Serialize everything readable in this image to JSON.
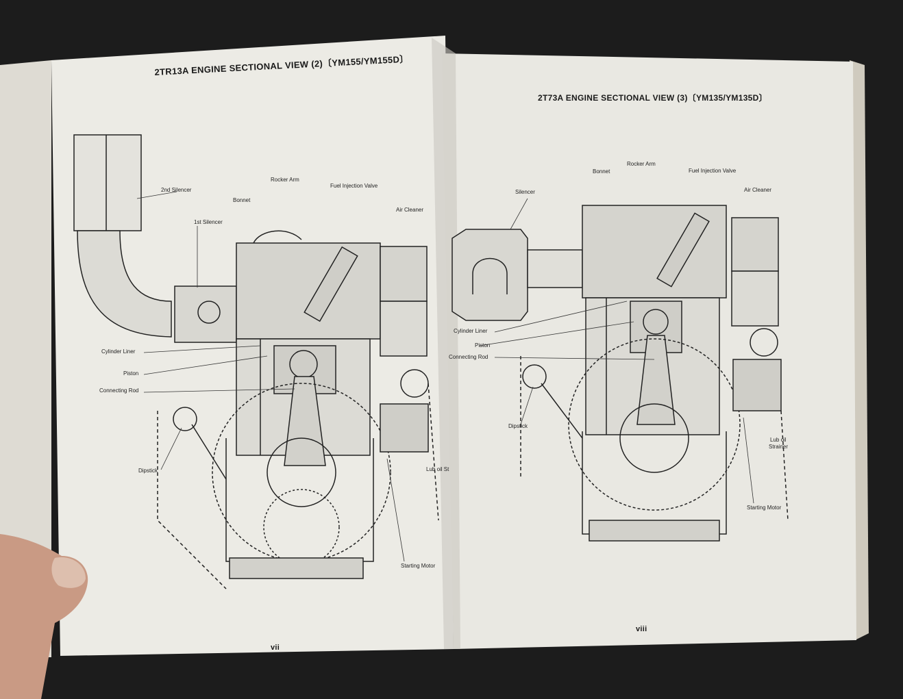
{
  "left_page": {
    "title": "2TR13A ENGINE SECTIONAL VIEW (2)〔YM155/YM155D〕",
    "page_number": "vii",
    "labels": {
      "second_silencer": "2nd Silencer",
      "first_silencer": "1st Silencer",
      "rocker_arm": "Rocker Arm",
      "bonnet": "Bonnet",
      "fuel_injection_valve": "Fuel Injection Valve",
      "air_cleaner": "Air Cleaner",
      "cylinder_liner": "Cylinder Liner",
      "piston": "Piston",
      "connecting_rod": "Connecting Rod",
      "dipstick": "Dipstick",
      "lub_oil_strainer": "Lub oil St",
      "starting_motor": "Starting Motor"
    }
  },
  "right_page": {
    "title": "2T73A ENGINE SECTIONAL VIEW (3)〔YM135/YM135D〕",
    "page_number": "viii",
    "labels": {
      "silencer": "Silencer",
      "bonnet": "Bonnet",
      "rocker_arm": "Rocker Arm",
      "fuel_injection_valve": "Fuel Injection Valve",
      "air_cleaner": "Air Cleaner",
      "cylinder_liner": "Cylinder Liner",
      "piston": "Piston",
      "connecting_rod": "Connecting Rod",
      "dipstick": "Dipstick",
      "lub_oil_strainer_1": "Lub oil",
      "lub_oil_strainer_2": "Strainer",
      "starting_motor": "Starting Motor"
    }
  }
}
